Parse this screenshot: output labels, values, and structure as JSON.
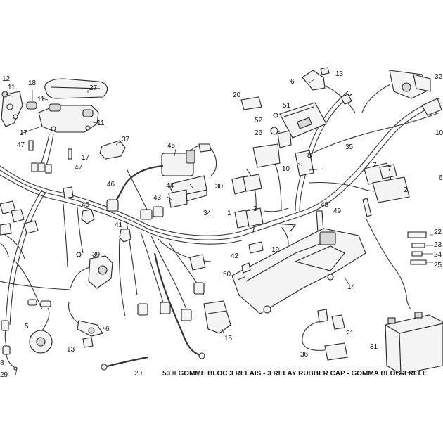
{
  "caption": "53 = GOMME BLOC 3 RELAIS - 3 RELAY RUBBER CAP - GOMMA BLOC 3 RELE",
  "callouts": [
    {
      "id": "c12",
      "text": "12"
    },
    {
      "id": "c11a",
      "text": "11"
    },
    {
      "id": "c18",
      "text": "18"
    },
    {
      "id": "c27",
      "text": "27"
    },
    {
      "id": "c11b",
      "text": "11"
    },
    {
      "id": "c11c",
      "text": "11"
    },
    {
      "id": "c17a",
      "text": "17"
    },
    {
      "id": "c47a",
      "text": "47"
    },
    {
      "id": "c37",
      "text": "37"
    },
    {
      "id": "c17b",
      "text": "17"
    },
    {
      "id": "c47b",
      "text": "47"
    },
    {
      "id": "c45",
      "text": "45"
    },
    {
      "id": "c44",
      "text": "44"
    },
    {
      "id": "c46",
      "text": "46"
    },
    {
      "id": "c43",
      "text": "43"
    },
    {
      "id": "c40",
      "text": "40"
    },
    {
      "id": "c41",
      "text": "41"
    },
    {
      "id": "c34",
      "text": "34"
    },
    {
      "id": "c39",
      "text": "39"
    },
    {
      "id": "c30",
      "text": "30"
    },
    {
      "id": "c20a",
      "text": "20"
    },
    {
      "id": "c52",
      "text": "52"
    },
    {
      "id": "c51",
      "text": "51"
    },
    {
      "id": "c26",
      "text": "26"
    },
    {
      "id": "c8",
      "text": "8"
    },
    {
      "id": "c10a",
      "text": "10"
    },
    {
      "id": "c6a",
      "text": "6"
    },
    {
      "id": "c13a",
      "text": "13"
    },
    {
      "id": "c35",
      "text": "35"
    },
    {
      "id": "c32",
      "text": "32"
    },
    {
      "id": "c10b",
      "text": "10"
    },
    {
      "id": "c6b",
      "text": "6"
    },
    {
      "id": "c7a",
      "text": "7"
    },
    {
      "id": "c7b",
      "text": "7"
    },
    {
      "id": "c2",
      "text": "2"
    },
    {
      "id": "c1",
      "text": "1"
    },
    {
      "id": "c3",
      "text": "3"
    },
    {
      "id": "c48",
      "text": "48"
    },
    {
      "id": "c49",
      "text": "49"
    },
    {
      "id": "c42",
      "text": "42"
    },
    {
      "id": "c19",
      "text": "19"
    },
    {
      "id": "c50",
      "text": "50"
    },
    {
      "id": "c14",
      "text": "14"
    },
    {
      "id": "c22",
      "text": "22"
    },
    {
      "id": "c23",
      "text": "23"
    },
    {
      "id": "c24",
      "text": "24"
    },
    {
      "id": "c25",
      "text": "25"
    },
    {
      "id": "c5",
      "text": "5"
    },
    {
      "id": "c6c",
      "text": "6"
    },
    {
      "id": "c13b",
      "text": "13"
    },
    {
      "id": "c20b",
      "text": "20"
    },
    {
      "id": "c15",
      "text": "15"
    },
    {
      "id": "c21",
      "text": "21"
    },
    {
      "id": "c36",
      "text": "36"
    },
    {
      "id": "c31",
      "text": "31"
    },
    {
      "id": "c8b",
      "text": "8"
    },
    {
      "id": "c29",
      "text": "29"
    }
  ]
}
